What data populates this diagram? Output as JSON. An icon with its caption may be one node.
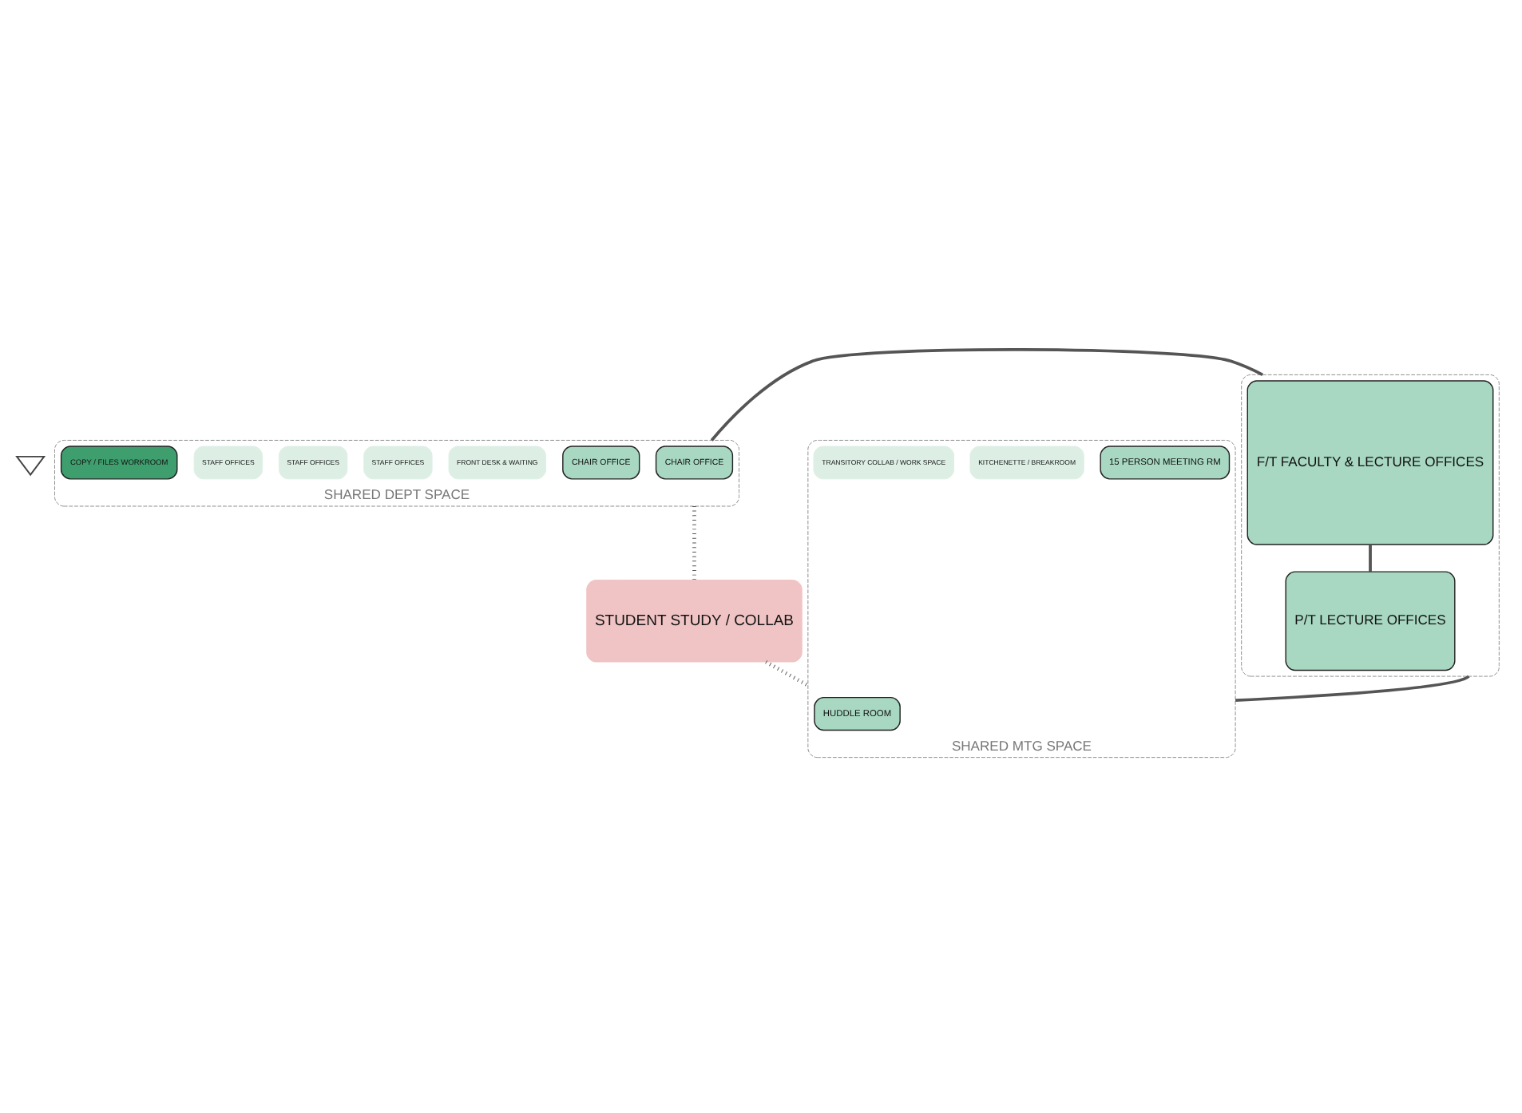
{
  "diagram": {
    "nodes": [
      {
        "text": [],
        "shape": "triangle"
      },
      {
        "text": [
          "SHARED DEPT SPACE"
        ]
      },
      {
        "text": [
          "CHAIR OFFICE"
        ],
        "in": 1
      },
      {
        "text": [
          "CHAIR OFFICE"
        ],
        "in": 1
      },
      {
        "text": [
          "FRONT DESK & WAITING"
        ],
        "in": 1
      },
      {
        "text": [
          "STAFF OFFICES"
        ],
        "in": 1
      },
      {
        "text": [
          "STAFF OFFICES"
        ],
        "in": 1
      },
      {
        "text": [
          "STAFF OFFICES"
        ],
        "in": 1
      },
      {
        "text": [
          "COPY / FILES WORKROOM"
        ],
        "in": 1
      },
      {
        "text": [
          "STUDENT STUDY / COLLAB"
        ]
      },
      {
        "text": [
          "SHARED MTG SPACE"
        ]
      },
      {
        "text": [
          "HUDDLE ROOM"
        ],
        "in": 10
      },
      {
        "text": [
          "15 PERSON MEETING RM"
        ],
        "in": 10
      },
      {
        "text": [
          "KITCHENETTE / BREAKROOM"
        ],
        "in": 10
      },
      {
        "text": [
          "TRANSITORY COLLAB / WORK SPACE"
        ],
        "in": 10
      },
      {
        "text": [],
        "shape": "box"
      },
      {
        "text": [
          "F/T FACULTY & LECTURE OFFICES"
        ],
        "in": 15
      },
      {
        "text": [
          "P/T LECTURE OFFICES"
        ],
        "in": 15
      }
    ],
    "edges": [
      {
        "from": 1,
        "to": 15,
        "arrow": "none"
      },
      {
        "from": 1,
        "to": 9,
        "arrow": "none",
        "style": "dashed"
      },
      {
        "from": 16,
        "to": 17,
        "arrow": "none"
      },
      {
        "from": 9,
        "to": 10,
        "arrow": "none",
        "style": "dashed"
      },
      {
        "from": 10,
        "to": 15,
        "arrow": "none"
      }
    ]
  }
}
